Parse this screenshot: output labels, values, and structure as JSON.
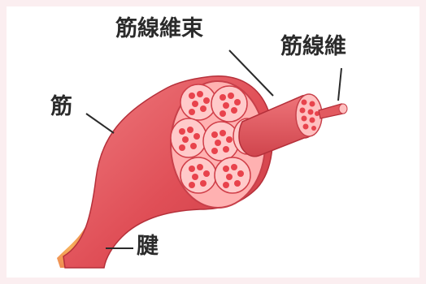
{
  "labels": {
    "muscle_fiber_bundle": "筋線維束",
    "muscle_fiber": "筋線維",
    "muscle": "筋",
    "tendon": "腱"
  },
  "colors": {
    "background_frame": "#fbeef0",
    "panel": "#ffffff",
    "muscle_fill": "#e25a60",
    "muscle_highlight": "#f08a8d",
    "muscle_shadow": "#b8323a",
    "section_fill": "#ffb6b6",
    "fiber_cells": "#e8434c",
    "tendon_fill": "#f4a24c",
    "leader_line": "#2b2b2b"
  }
}
